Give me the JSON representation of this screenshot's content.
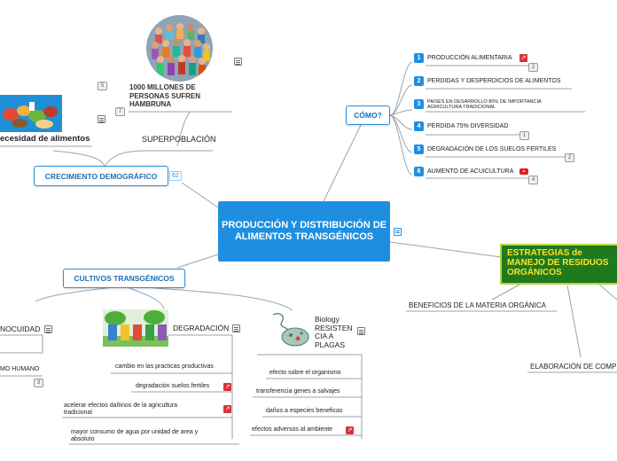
{
  "central": {
    "label": "PRODUCCIÓN Y DISTRIBUCIÓN DE ALIMENTOS TRANSGÉNICOS"
  },
  "crecimiento": {
    "label": "CRECIMIENTO DEMOGRÁFICO",
    "link_badge": "62",
    "hambruna": "1000 MILLONES DE PERSONAS SUFREN HAMBRUNA",
    "badge_5": "5",
    "badge_7": "7",
    "necesidad": "ecesidad de alimentos",
    "superpoblacion": "SUPERPOBLACIÓN"
  },
  "como": {
    "label": "CÓMO?",
    "items": [
      {
        "num": "1",
        "label": "PRODUCCIÓN ALIMENTARIA",
        "badge": "2"
      },
      {
        "num": "2",
        "label": "PERDIDAS Y DESPERDICIOS DE ALIMENTOS"
      },
      {
        "num": "3",
        "label": "PAISES EN DESARROLLO 80% DE IMPORTANCIA AGRICULTURA TRADICIONAL"
      },
      {
        "num": "4",
        "label": "PERDIDA 75% DIVERSIDAD",
        "badge": "1"
      },
      {
        "num": "5",
        "label": "DEGRADACIÓN DE LOS SUELOS FERTILES",
        "badge": "2"
      },
      {
        "num": "6",
        "label": "AUMENTO DE ACUICULTURA",
        "badge": "4"
      }
    ]
  },
  "estrategias": {
    "label": "ESTRATEGIAS  de MANEJO DE RESIDUOS ORGÁNICOS",
    "beneficios": "BENEFICIOS DE LA MATERIA ORGÁNICA",
    "elaboracion": "ELABORACIÓN DE COMP"
  },
  "cultivos": {
    "label": "CULTIVOS TRANSGÉNICOS",
    "inocuidad": "NOCUIDAD",
    "consumo": "MO HUMANO",
    "consumo_badge": "3",
    "degradacion": {
      "label": "DEGRADACIÓN",
      "items": [
        "cambio en las practicas productivas",
        "degradación suelos fertiles",
        "acelerar efectos dañinos de la agricultura tradicional",
        "mayor consumo de agua por unidad de area y absoluto"
      ]
    },
    "resistencia": {
      "label": "Biology RESISTEN CIA A PLAGAS",
      "items": [
        "efecto sobre el organismo",
        "transferencia genes a salvajes",
        "daños a especies beneficas",
        "efectos adversos al ambiente"
      ]
    }
  }
}
